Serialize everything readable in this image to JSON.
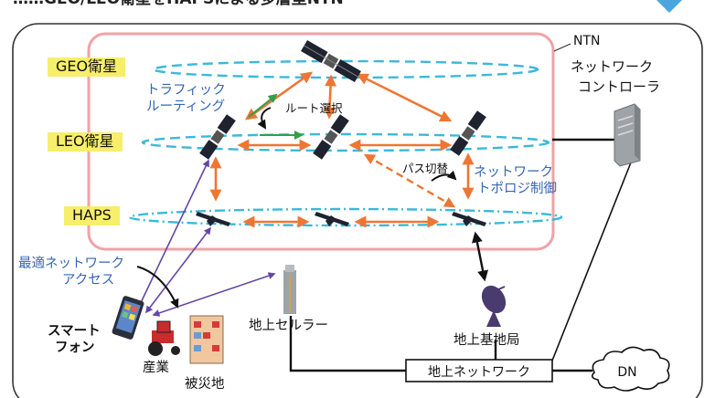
{
  "header": {
    "title_fragment": "……GEO/LEO衛星をHAPSによる多層型NTN"
  },
  "layers": {
    "geo": "GEO衛星",
    "leo": "LEO衛星",
    "haps": "HAPS"
  },
  "ntn_label": "NTN",
  "controller": {
    "line1": "ネットワーク",
    "line2": "コントローラ"
  },
  "annotations": {
    "traffic_routing_1": "トラフィック",
    "traffic_routing_2": "ルーティング",
    "route_select": "ルート選択",
    "path_switch": "パス切替",
    "topology_1": "ネットワーク",
    "topology_2": "トポロジ制御",
    "access_1": "最適ネットワーク",
    "access_2": "アクセス"
  },
  "devices": {
    "smartphone_1": "スマート",
    "smartphone_2": "フォン",
    "industry": "産業",
    "disaster": "被災地",
    "cellular": "地上セルラー",
    "ground_station": "地上基地局",
    "ground_network": "地上ネットワーク",
    "dn": "DN"
  },
  "colors": {
    "ntn_box": "#f2a2a6",
    "orbit": "#3bb8da",
    "link": "#ee7634",
    "access_link": "#6447a6",
    "routing_arrow": "#2ea04a",
    "tag_bg": "#f7ee6a",
    "annotation": "#3466b4"
  }
}
